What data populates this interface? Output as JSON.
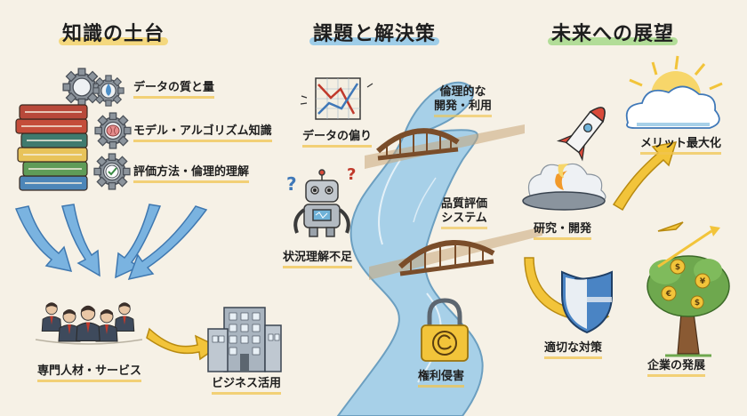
{
  "sections": {
    "foundation": {
      "title": "知識の土台",
      "accent": "#f3d36b"
    },
    "challenges": {
      "title": "課題と解決策",
      "accent": "#8ec7e8"
    },
    "future": {
      "title": "未来への展望",
      "accent": "#a6d98a"
    }
  },
  "foundation": {
    "gear_items": [
      "データの質と量",
      "モデル・アルゴリズム知識",
      "評価方法・倫理的理解"
    ],
    "talent": "専門人材・サービス",
    "business": "ビジネス活用"
  },
  "challenges": {
    "data_bias": "データの偏り",
    "context": "状況理解不足",
    "ethics_line1": "倫理的な",
    "ethics_line2": "開発・利用",
    "quality_line1": "品質評価",
    "quality_line2": "システム",
    "rights": "権利侵害"
  },
  "future": {
    "merit": "メリット最大化",
    "research": "研究・開発",
    "measures": "適切な対策",
    "growth": "企業の発展"
  },
  "colors": {
    "background": "#f6f1e6",
    "river": "#9fcbe4",
    "bridge": "#8a5a33",
    "arrow_blue": "#6fa9d9",
    "arrow_yellow": "#f0c030",
    "rocket_red": "#d94a3a",
    "shield_blue": "#3f78b8"
  },
  "icons": [
    "gear-icon",
    "book-stack-icon",
    "brain-icon",
    "check-icon",
    "chart-icon",
    "robot-icon",
    "question-icon",
    "people-icon",
    "building-icon",
    "bridge-icon",
    "lock-icon",
    "copyright-icon",
    "cloud-icon",
    "sun-icon",
    "rocket-icon",
    "shield-icon",
    "money-tree-icon"
  ]
}
